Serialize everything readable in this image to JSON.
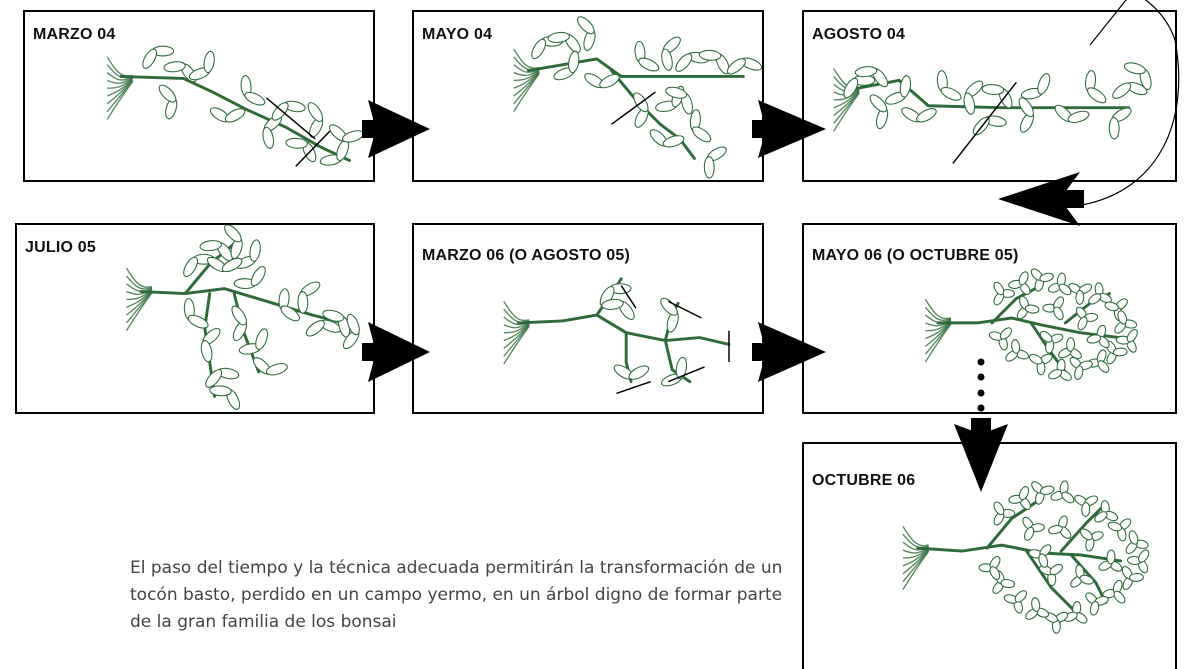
{
  "colors": {
    "plant": "#2f6b3a",
    "plant_light": "#9bbf9f",
    "ink": "#000000",
    "text": "#444444"
  },
  "panels": [
    {
      "id": "p1",
      "label": "MARZO 04"
    },
    {
      "id": "p2",
      "label": "MAYO 04"
    },
    {
      "id": "p3",
      "label": "AGOSTO 04"
    },
    {
      "id": "p4",
      "label": "JULIO 05"
    },
    {
      "id": "p5",
      "label": "MARZO 06  (O AGOSTO 05)"
    },
    {
      "id": "p6",
      "label": "MAYO 06 (O OCTUBRE 05)"
    },
    {
      "id": "p7",
      "label": "OCTUBRE 06"
    }
  ],
  "caption": "El paso del tiempo y la técnica adecuada permitirán la transformación de un tocón basto, perdido en un campo yermo, en un árbol digno de formar parte de la gran familia de los bonsai",
  "icons": {
    "arrow": "arrow-right-icon",
    "leaf": "leaf-icon",
    "cut": "cut-line-icon"
  }
}
